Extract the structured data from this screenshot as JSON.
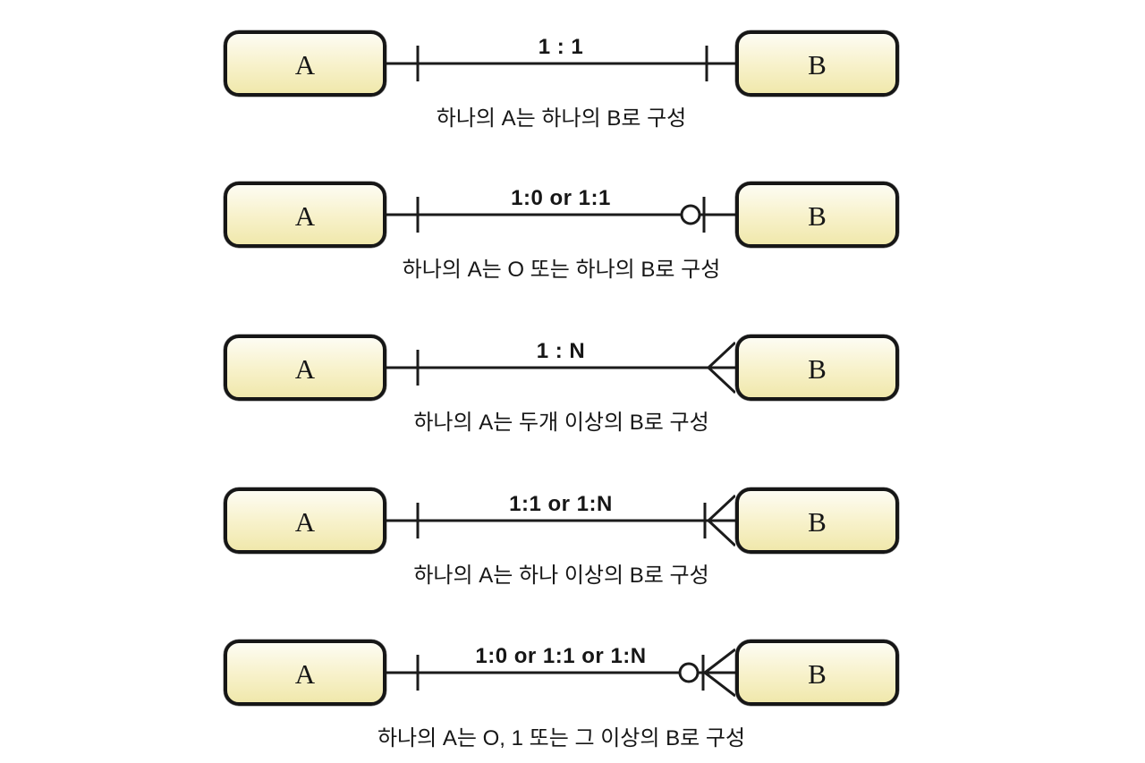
{
  "style": {
    "bg": "#ffffff",
    "entity_fill_top": "#fdfcf3",
    "entity_fill_mid": "#f7f1c9",
    "entity_fill_bottom": "#f0e8ac",
    "entity_border": "#161616",
    "line_color": "#1b1b1b",
    "text_color": "#161616"
  },
  "rows": [
    {
      "left_entity": "A",
      "right_entity": "B",
      "cardinality_label": "1 : 1",
      "caption": "하나의 A는 하나의 B로 구성",
      "left_marker": "one",
      "right_marker": "one"
    },
    {
      "left_entity": "A",
      "right_entity": "B",
      "cardinality_label": "1:0 or 1:1",
      "caption": "하나의 A는 O 또는 하나의 B로 구성",
      "left_marker": "one",
      "right_marker": "zero-or-one"
    },
    {
      "left_entity": "A",
      "right_entity": "B",
      "cardinality_label": "1 : N",
      "caption": "하나의 A는 두개 이상의 B로 구성",
      "left_marker": "one",
      "right_marker": "many"
    },
    {
      "left_entity": "A",
      "right_entity": "B",
      "cardinality_label": "1:1 or 1:N",
      "caption": "하나의 A는 하나 이상의 B로 구성",
      "left_marker": "one",
      "right_marker": "one-or-many"
    },
    {
      "left_entity": "A",
      "right_entity": "B",
      "cardinality_label": "1:0 or 1:1 or 1:N",
      "caption": "하나의 A는 O, 1 또는 그 이상의 B로 구성",
      "left_marker": "one",
      "right_marker": "zero-one-or-many"
    }
  ]
}
